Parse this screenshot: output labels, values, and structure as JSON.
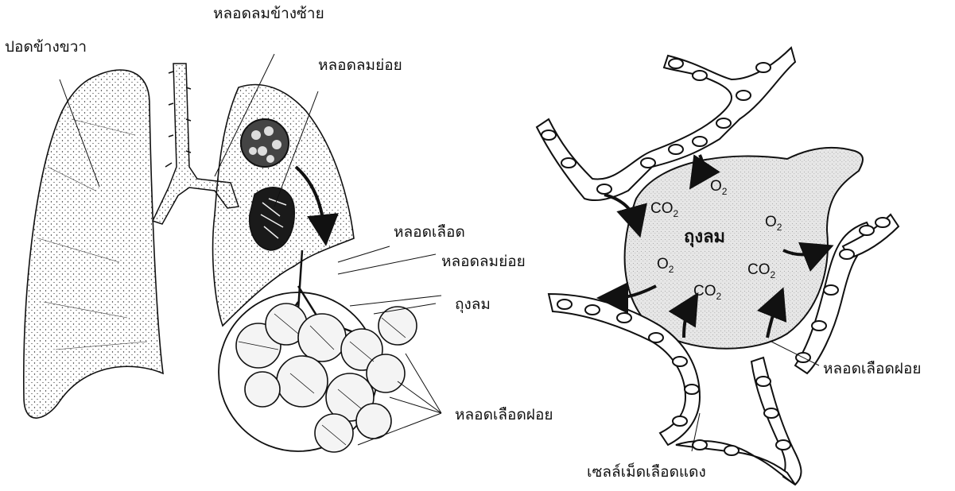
{
  "labels": {
    "left_main_bronchus": "หลอดลมข้างซ้าย",
    "right_lung": "ปอดข้างขวา",
    "bronchiole_top": "หลอดลมย่อย",
    "blood_vessel": "หลอดเลือด",
    "bronchiole_zoom": "หลอดลมย่อย",
    "alveolus_zoom": "ถุงลม",
    "capillaries_zoom": "หลอดเลือดฝอย",
    "capillary_right": "หลอดเลือดฝอย",
    "red_blood_cell": "เซลล์เม็ดเลือดแดง"
  },
  "alveolus": {
    "center_label": "ถุงลม",
    "gases": [
      {
        "base": "CO",
        "sub": "2"
      },
      {
        "base": "O",
        "sub": "2"
      },
      {
        "base": "O",
        "sub": "2"
      },
      {
        "base": "O",
        "sub": "2"
      },
      {
        "base": "CO",
        "sub": "2"
      },
      {
        "base": "CO",
        "sub": "2"
      }
    ]
  },
  "colors": {
    "ink": "#111111",
    "alveolus_fill": "#e4e4e4",
    "paper": "#ffffff"
  }
}
